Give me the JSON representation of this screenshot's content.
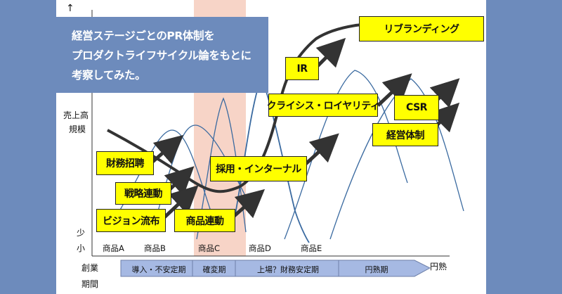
{
  "headline": {
    "lines": [
      "経営ステージごとのPR体制を",
      "プロダクトライフサイクル論をもとに",
      "考察してみた。"
    ]
  },
  "y_axis": {
    "top_arrow": "↑",
    "label_line1": "売上高",
    "label_line2": "規模",
    "low_line1": "少",
    "low_line2": "小"
  },
  "x_axis": {
    "left_line1": "創業",
    "left_line2": "期間",
    "right_label": "円熟"
  },
  "products": [
    "商品A",
    "商品B",
    "商品C",
    "商品D",
    "商品E"
  ],
  "phases": [
    "導入・不安定期",
    "確変期",
    "上場？財務安定期",
    "円熟期"
  ],
  "boxes": {
    "zaimu": "財務招聘",
    "senryaku": "戦略連動",
    "vision": "ビジョン流布",
    "shohin": "商品連動",
    "saiyo": "採用・インターナル",
    "crisis": "クライシス・ロイヤリティ",
    "ir": "IR",
    "rebrand": "リブランディング",
    "csr": "CSR",
    "keiei": "経営体制"
  },
  "colors": {
    "background": "#6d8bbc",
    "panel": "#ffffff",
    "highlight_band": "#f7d4c7",
    "curve": "#3a6aa0",
    "growth_curve": "#333333",
    "label_fill": "#ffff00",
    "phase_arrow": "#a6b9e3"
  }
}
